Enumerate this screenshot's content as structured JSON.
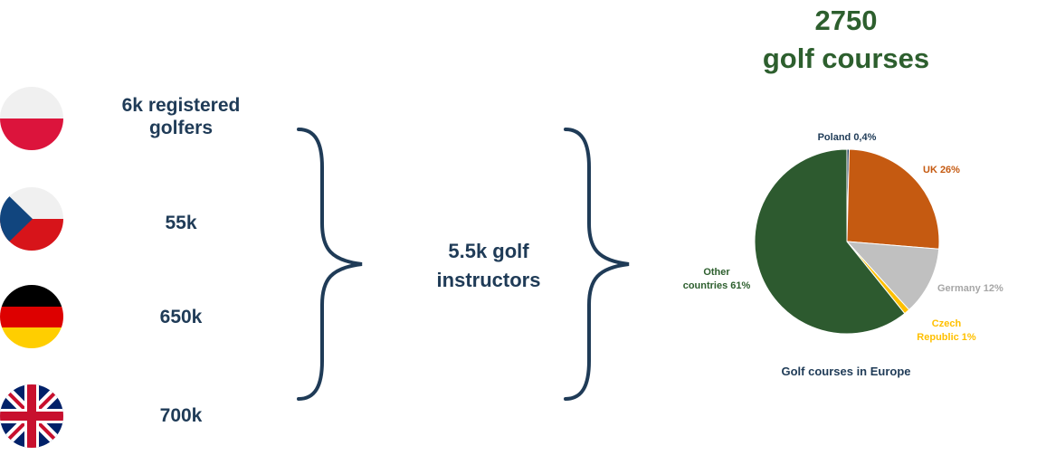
{
  "countries": [
    {
      "flag_icon": "poland-flag-icon",
      "value": "6k registered golfers"
    },
    {
      "flag_icon": "czech-flag-icon",
      "value": "55k"
    },
    {
      "flag_icon": "germany-flag-icon",
      "value": "650k"
    },
    {
      "flag_icon": "uk-flag-icon",
      "value": "700k"
    }
  ],
  "instructors": "5.5k golf instructors",
  "headline": {
    "count": "2750",
    "label": "golf courses"
  },
  "chart_data": {
    "type": "pie",
    "title": "Golf courses in Europe",
    "slices": [
      {
        "label": "Poland 0,4%",
        "value": 0.4,
        "color": "#1f3b57",
        "label_color": "#1f3b57"
      },
      {
        "label": "UK 26%",
        "value": 26,
        "color": "#c55a11",
        "label_color": "#c55a11"
      },
      {
        "label": "Germany 12%",
        "value": 12,
        "color": "#c0c0c0",
        "label_color": "#a6a6a6"
      },
      {
        "label": "Czech Republic 1%",
        "value": 1,
        "color": "#ffc000",
        "label_color": "#ffc000"
      },
      {
        "label": "Other countries 61%",
        "value": 61,
        "color": "#2d5a2f",
        "label_color": "#2d5f2e"
      }
    ]
  },
  "colors": {
    "text_dark": "#1f3b57",
    "green": "#2d5f2e"
  }
}
